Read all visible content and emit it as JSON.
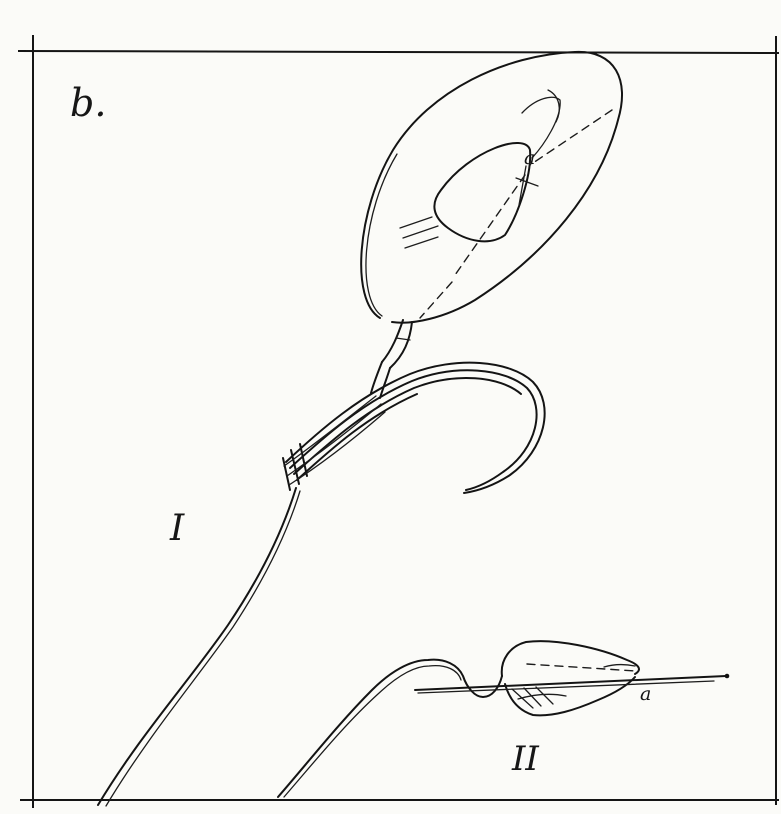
{
  "figure": {
    "panel_label": "b.",
    "label_I": "I",
    "label_II": "II",
    "label_a_top": "a",
    "label_a_bottom": "a"
  }
}
